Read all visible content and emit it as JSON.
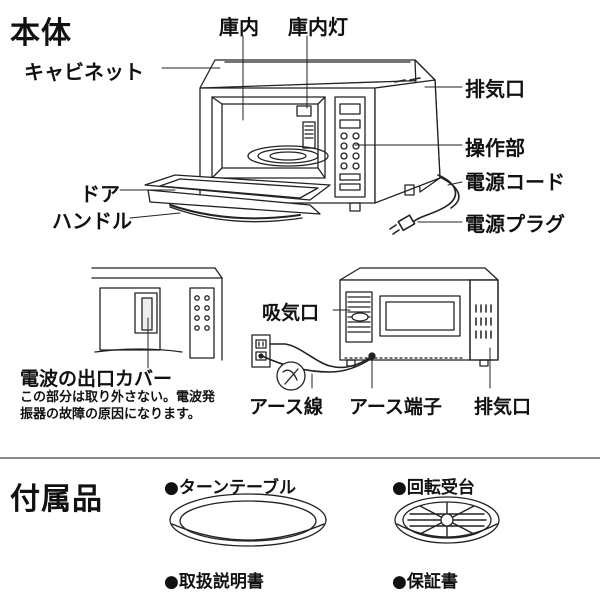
{
  "sections": {
    "main_title": "本体",
    "accessories_title": "付属品"
  },
  "labels": {
    "cabinet": "キャビネット",
    "interior": "庫内",
    "interior_light": "庫内灯",
    "exhaust_top": "排気口",
    "control_panel": "操作部",
    "power_cord": "電源コード",
    "door": "ドア",
    "handle": "ハンドル",
    "power_plug": "電源プラグ",
    "intake": "吸気口",
    "wave_cover": "電波の出口カバー",
    "wave_cover_note": "この部分は取り外さない。電波発振器の故障の原因になります。",
    "earth_wire": "アース線",
    "earth_terminal": "アース端子",
    "exhaust_back": "排気口"
  },
  "accessories": [
    {
      "label": "●ターンテーブル",
      "icon": "turntable-icon"
    },
    {
      "label": "●回転受台",
      "icon": "rotating-stand-icon"
    },
    {
      "label": "●取扱説明書",
      "icon": ""
    },
    {
      "label": "●保証書",
      "icon": ""
    }
  ],
  "colors": {
    "line": "#222222",
    "text": "#111111",
    "fill": "#ffffff"
  }
}
